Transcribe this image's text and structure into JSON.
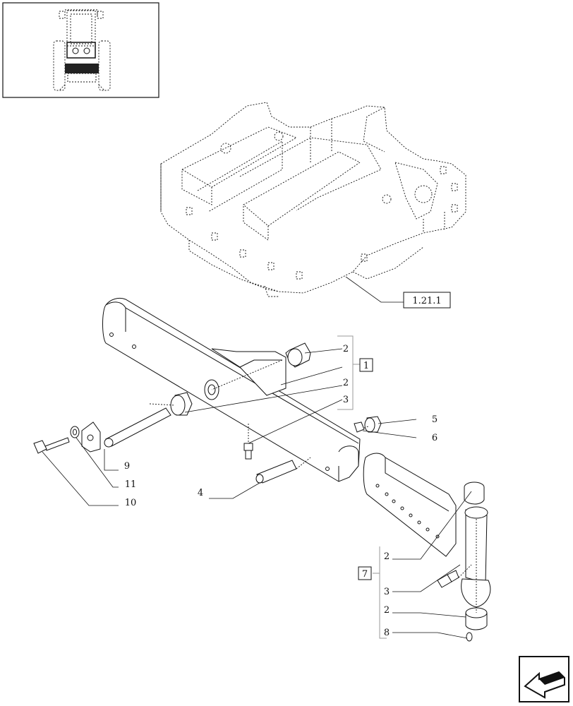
{
  "reference_box": {
    "label": "1.21.1"
  },
  "callouts": [
    {
      "id": "c-2a",
      "text": "2"
    },
    {
      "id": "c-2b",
      "text": "2"
    },
    {
      "id": "c-3a",
      "text": "3"
    },
    {
      "id": "c-1box",
      "text": "1"
    },
    {
      "id": "c-5",
      "text": "5"
    },
    {
      "id": "c-6",
      "text": "6"
    },
    {
      "id": "c-9",
      "text": "9"
    },
    {
      "id": "c-11",
      "text": "11"
    },
    {
      "id": "c-10",
      "text": "10"
    },
    {
      "id": "c-4",
      "text": "4"
    },
    {
      "id": "c-2c",
      "text": "2"
    },
    {
      "id": "c-7box",
      "text": "7"
    },
    {
      "id": "c-3b",
      "text": "3"
    },
    {
      "id": "c-2d",
      "text": "2"
    },
    {
      "id": "c-8",
      "text": "8"
    }
  ],
  "icons": {
    "thumbnail": "tractor-front-view-icon",
    "navigation": "arrow-left-icon"
  }
}
